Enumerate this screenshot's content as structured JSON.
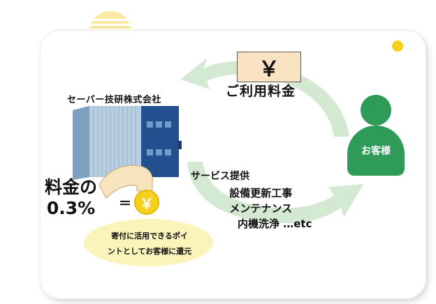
{
  "diagram": {
    "company": "セーバー技研株式会社",
    "fee": "ご利用料金",
    "yen": "￥",
    "service": "サービス提供",
    "service_items": [
      "設備更新工事",
      "メンテナンス",
      "内機洗浄 …etc"
    ],
    "customer": "お客様",
    "rate_line1": "料金の",
    "rate_line2": "0.3%",
    "equals": "＝",
    "coin_symbol": "￥",
    "donation_line1": "寄付に活用できるポイ",
    "donation_line2": "ントとしてお客様に還元"
  },
  "colors": {
    "arrow": "#d4e9d2",
    "customer": "#2f9b59",
    "yen_box": "#fae3c2",
    "bubble": "#fbf4ba",
    "coin": "#f4d11f",
    "accent_dot": "#f6d21f"
  }
}
